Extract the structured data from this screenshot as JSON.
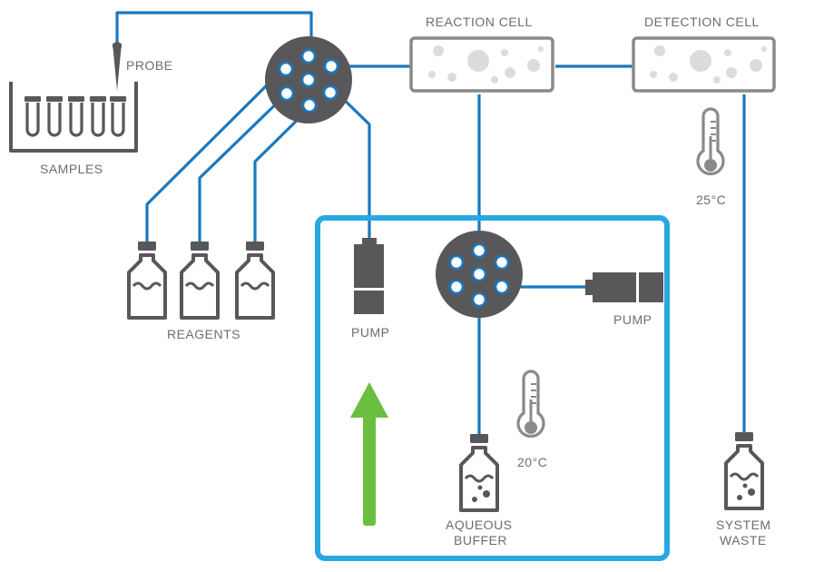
{
  "labels": {
    "probe": "PROBE",
    "samples": "SAMPLES",
    "reagents": "REAGENTS",
    "reaction_cell": "REACTION CELL",
    "detection_cell": "DETECTION CELL",
    "temp_detection": "25°C",
    "pump_left": "PUMP",
    "pump_right": "PUMP",
    "temp_buffer": "20°C",
    "aqueous_line1": "AQUEOUS",
    "aqueous_line2": "BUFFER",
    "waste_line1": "SYSTEM",
    "waste_line2": "WASTE"
  },
  "colors": {
    "tubing": "#1a78be",
    "device": "#58585a",
    "cell_outline": "#8a8a8a",
    "enclosure": "#29a8e0",
    "flow_arrow": "#6cbe3f"
  }
}
